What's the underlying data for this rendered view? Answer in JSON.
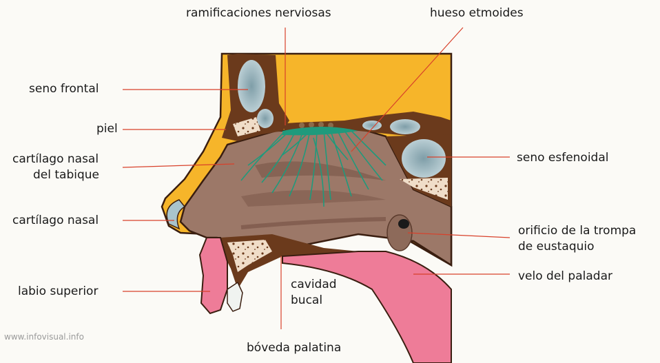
{
  "labels": {
    "ramificaciones_nerviosas": "ramificaciones nerviosas",
    "hueso_etmoides": "hueso etmoides",
    "seno_frontal": "seno frontal",
    "piel": "piel",
    "cartilago_tabique_1": "cartílago nasal",
    "cartilago_tabique_2": "del tabique",
    "seno_esfenoidal": "seno esfenoidal",
    "cartilago_nasal": "cartílago nasal",
    "orificio_1": "orificio de la trompa",
    "orificio_2": "de eustaquio",
    "velo_paladar": "velo del paladar",
    "labio_superior": "labio superior",
    "cavidad_1": "cavidad",
    "cavidad_2": "bucal",
    "boveda_palatina": "bóveda palatina"
  },
  "watermark": "www.infovisual.info",
  "colors": {
    "skin_orange": "#f6b52a",
    "bone_brown": "#6b3a1c",
    "cavity": "#9c7868",
    "sinus_blue": "#a9c4cc",
    "nerve_green": "#1f9a7c",
    "lip_pink": "#ee7c98",
    "leader_red": "#d8402a"
  }
}
